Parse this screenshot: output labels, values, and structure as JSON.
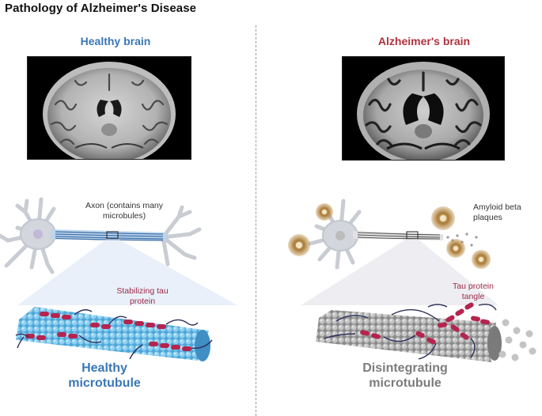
{
  "title": "Pathology of Alzheimer's Disease",
  "healthy": {
    "heading": "Healthy brain",
    "axon_label": "Axon (contains many microbules)",
    "tau_label": "Stabilizing tau protein",
    "microtubule_label": "Healthy microtubule"
  },
  "alzheimers": {
    "heading": "Alzheimer's brain",
    "plaques_label": "Amyloid beta plaques",
    "tau_label": "Tau protein tangle",
    "microtubule_label": "Disintegrating microtubule"
  },
  "colors": {
    "healthy": "#3a77b7",
    "alzheimers": "#b0323e",
    "tau": "#b5244f",
    "microtubule_healthy": "#5fb2df",
    "microtubule_degraded": "#9a9a9a",
    "plaque": "#a87a38"
  }
}
